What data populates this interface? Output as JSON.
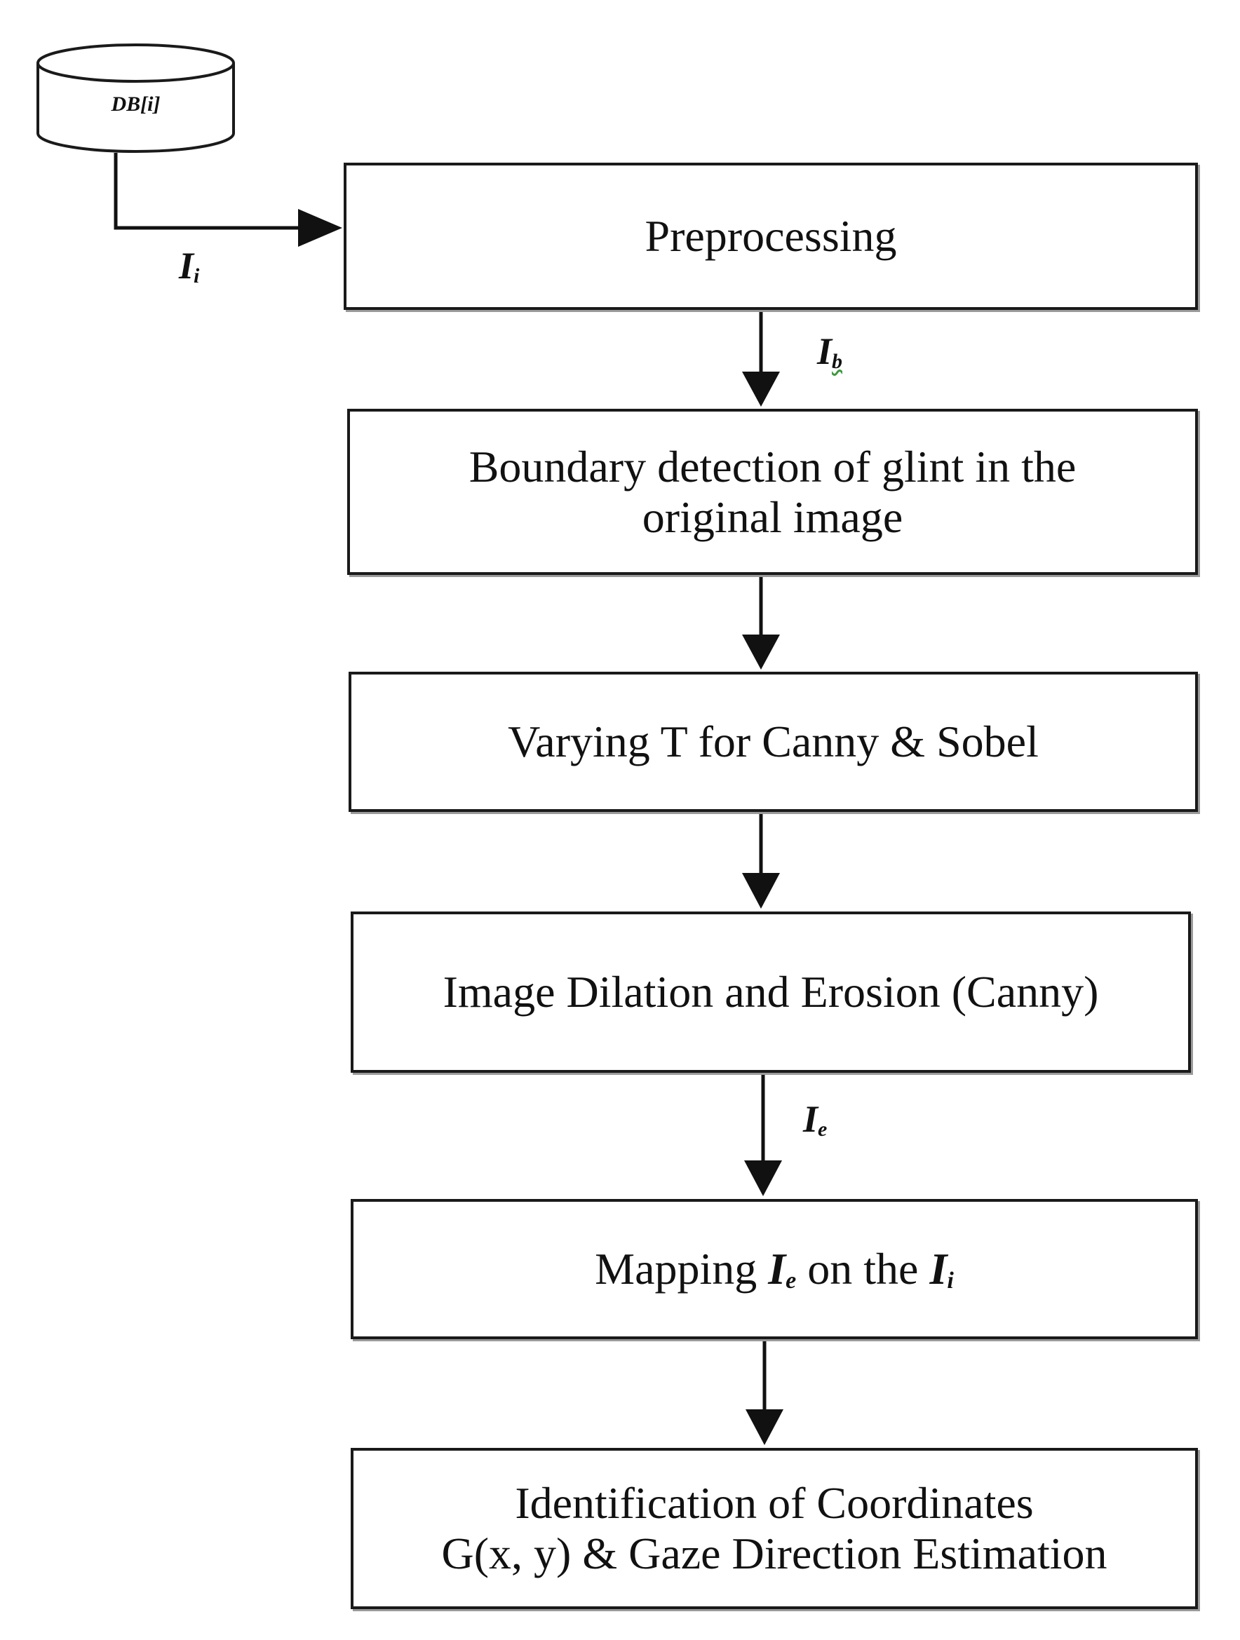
{
  "database": {
    "label": "DB[i]"
  },
  "edges": {
    "input_image": {
      "symbol": "I",
      "subscript": "i"
    },
    "binary_image": {
      "symbol": "I",
      "subscript": "b"
    },
    "eroded_image": {
      "symbol": "I",
      "subscript": "e"
    }
  },
  "steps": {
    "preprocessing": "Preprocessing",
    "boundary_line1": "Boundary detection of glint in the",
    "boundary_line2": "original image",
    "varying": "Varying T for Canny & Sobel",
    "dilation": "Image Dilation and Erosion (Canny)",
    "mapping": {
      "prefix": "Mapping ",
      "var1_symbol": "I",
      "var1_subscript": "e",
      "middle": " on the ",
      "var2_symbol": "I",
      "var2_subscript": "i"
    },
    "identification_line1": "Identification of Coordinates",
    "identification_line2": "G(x, y) & Gaze Direction Estimation"
  }
}
